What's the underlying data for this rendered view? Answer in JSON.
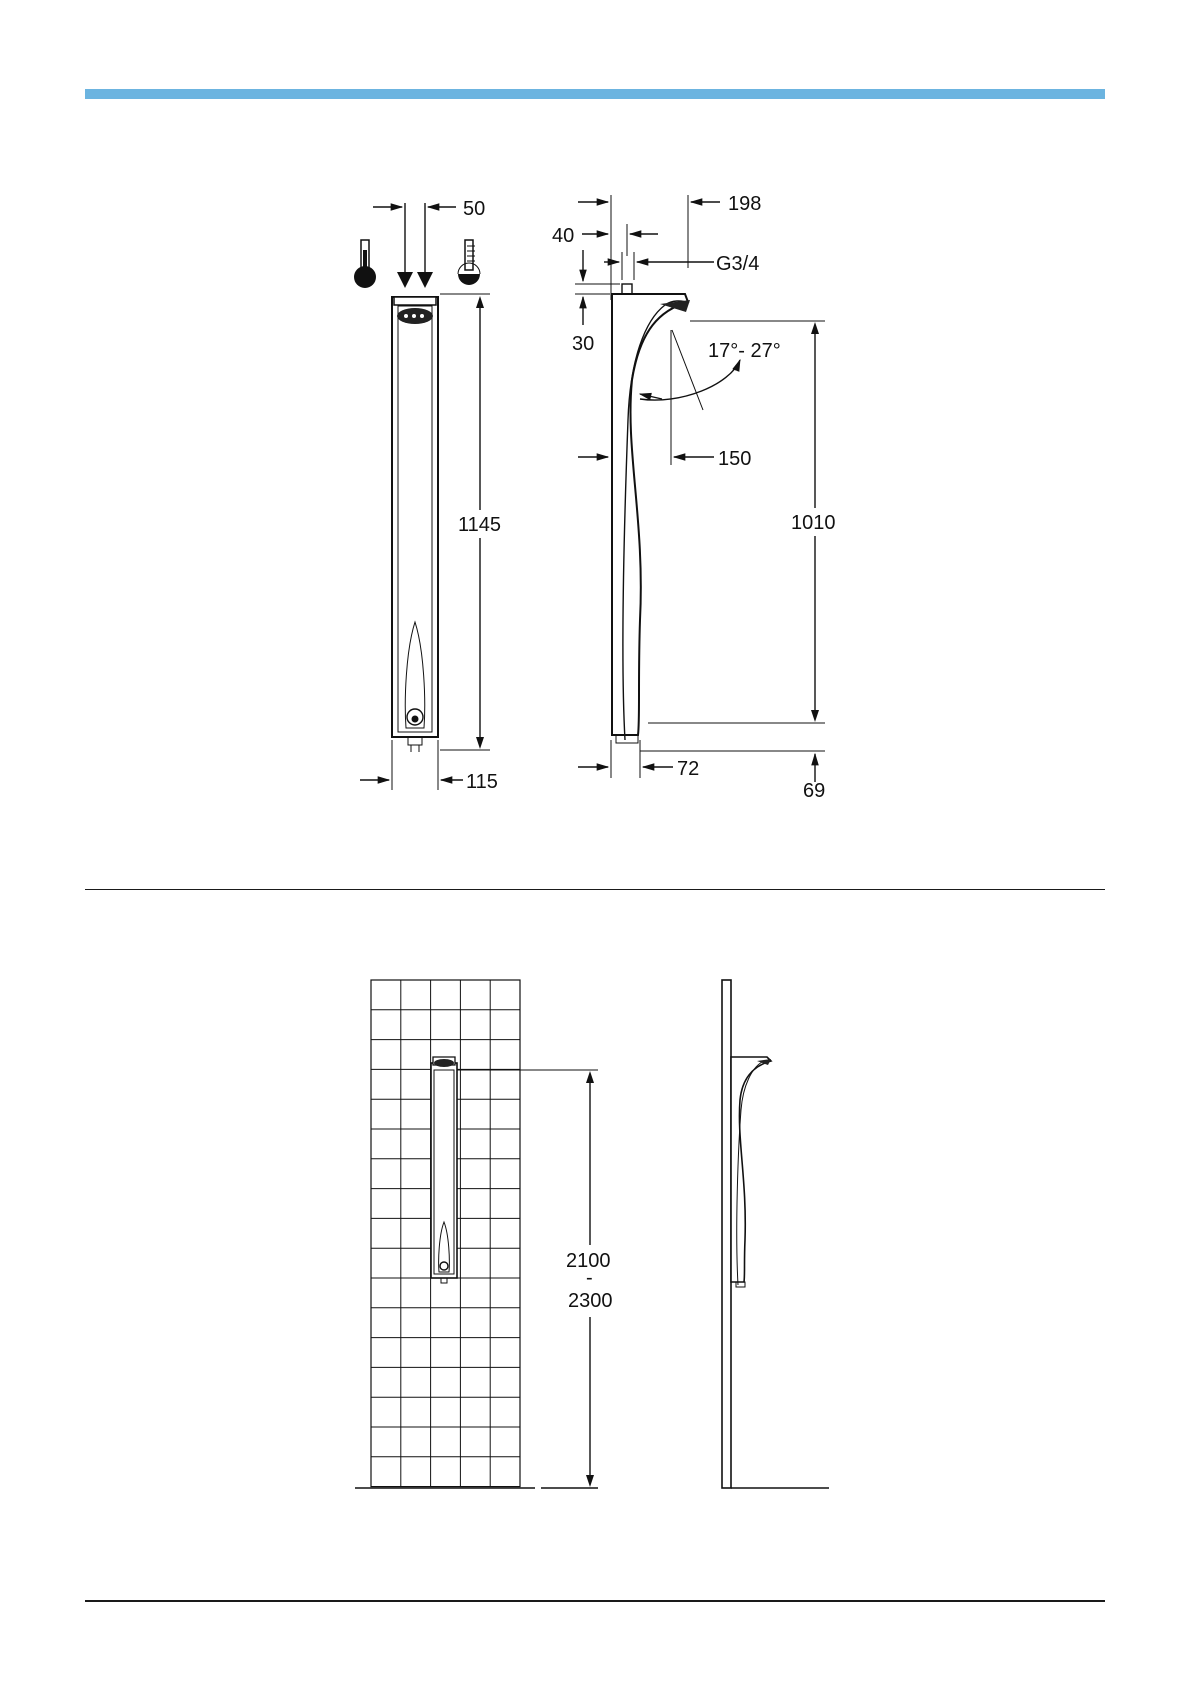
{
  "colors": {
    "accent_bar": "#6cb4e0",
    "line": "#111111"
  },
  "icons": {
    "cold": "thermometer-cold-icon",
    "hot": "thermometer-hot-icon"
  },
  "dimensions": {
    "front": {
      "inlet_spacing": "50",
      "height": "1145",
      "width": "115"
    },
    "side": {
      "depth": "198",
      "pipe_offset": "40",
      "connection": "G3/4",
      "top_offset": "30",
      "angle": "17°- 27°",
      "head_reach": "150",
      "head_height": "1010",
      "base_depth": "72",
      "base_offset": "69"
    },
    "installation": {
      "height_min": "2100",
      "dash": "-",
      "height_max": "2300"
    }
  }
}
